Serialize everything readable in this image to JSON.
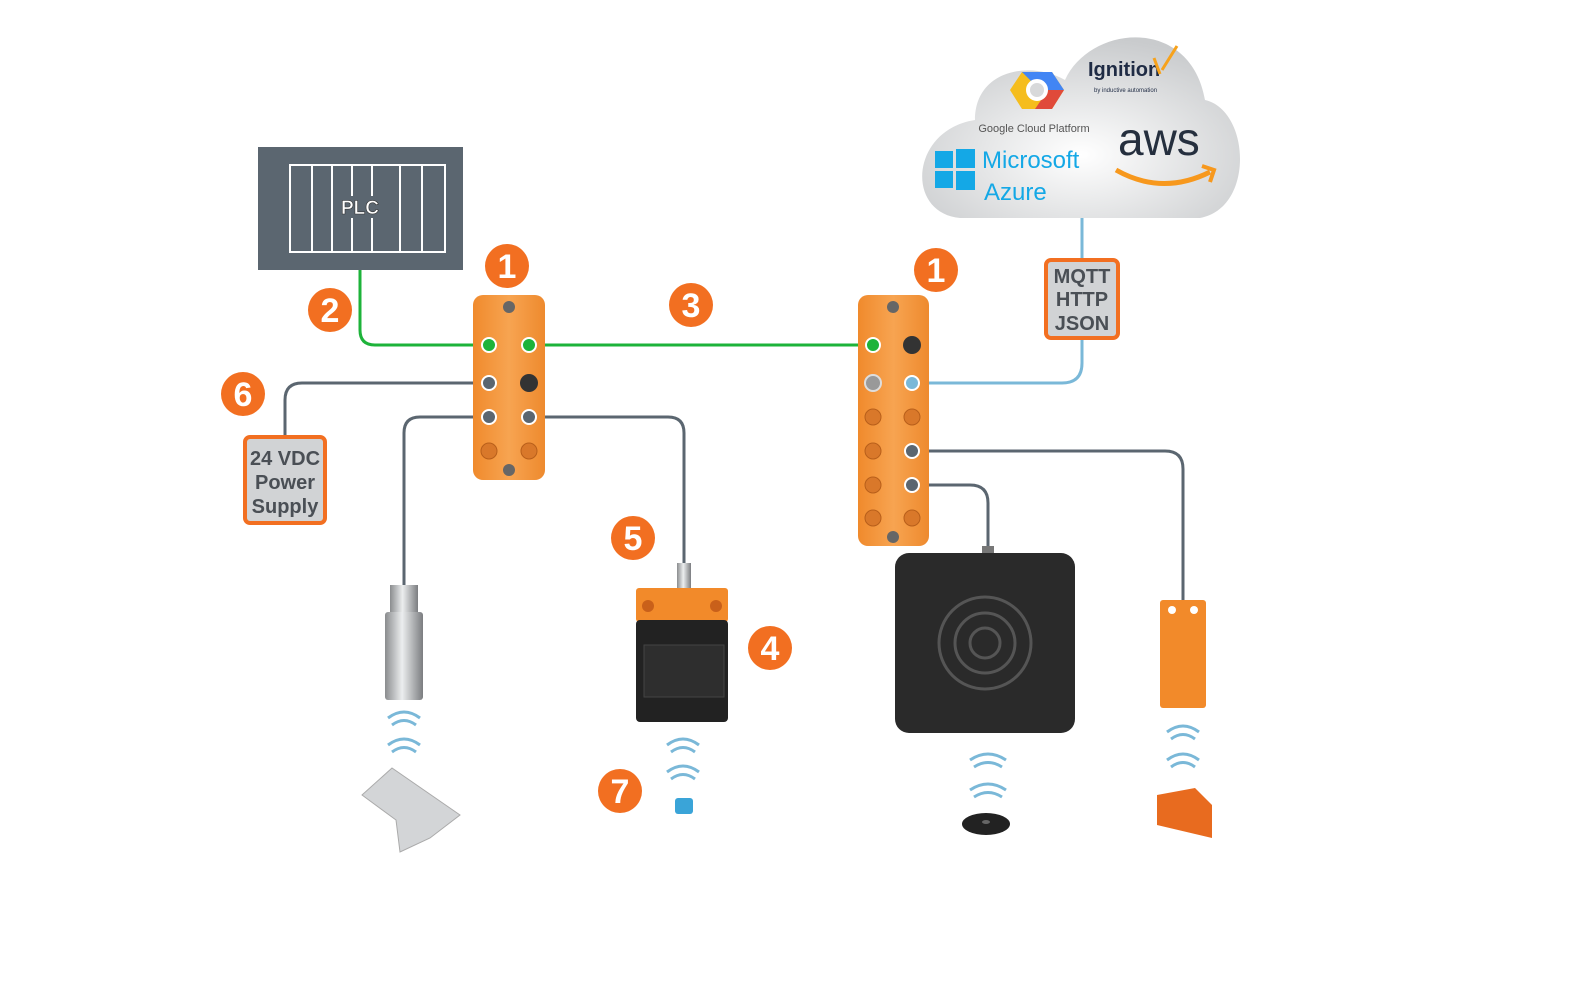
{
  "colors": {
    "badge": "#f26f21",
    "module": "#f59a3c",
    "fieldbus": "#1db33a",
    "iot": "#7ab8d8",
    "cable": "#5b6670",
    "plc": "#5b6670"
  },
  "plc": {
    "label": "PLC"
  },
  "badges": [
    "1",
    "2",
    "3",
    "4",
    "5",
    "6",
    "7",
    "1"
  ],
  "protocol_box": {
    "lines": [
      "MQTT",
      "HTTP",
      "JSON"
    ]
  },
  "power_box": {
    "lines": [
      "24 VDC",
      "Power",
      "Supply"
    ]
  },
  "cloud": {
    "google": "Google Cloud Platform",
    "ignition": "Ignition",
    "ignition_sub": "by inductive automation",
    "microsoft": "Microsoft",
    "azure": "Azure",
    "aws": "aws"
  }
}
